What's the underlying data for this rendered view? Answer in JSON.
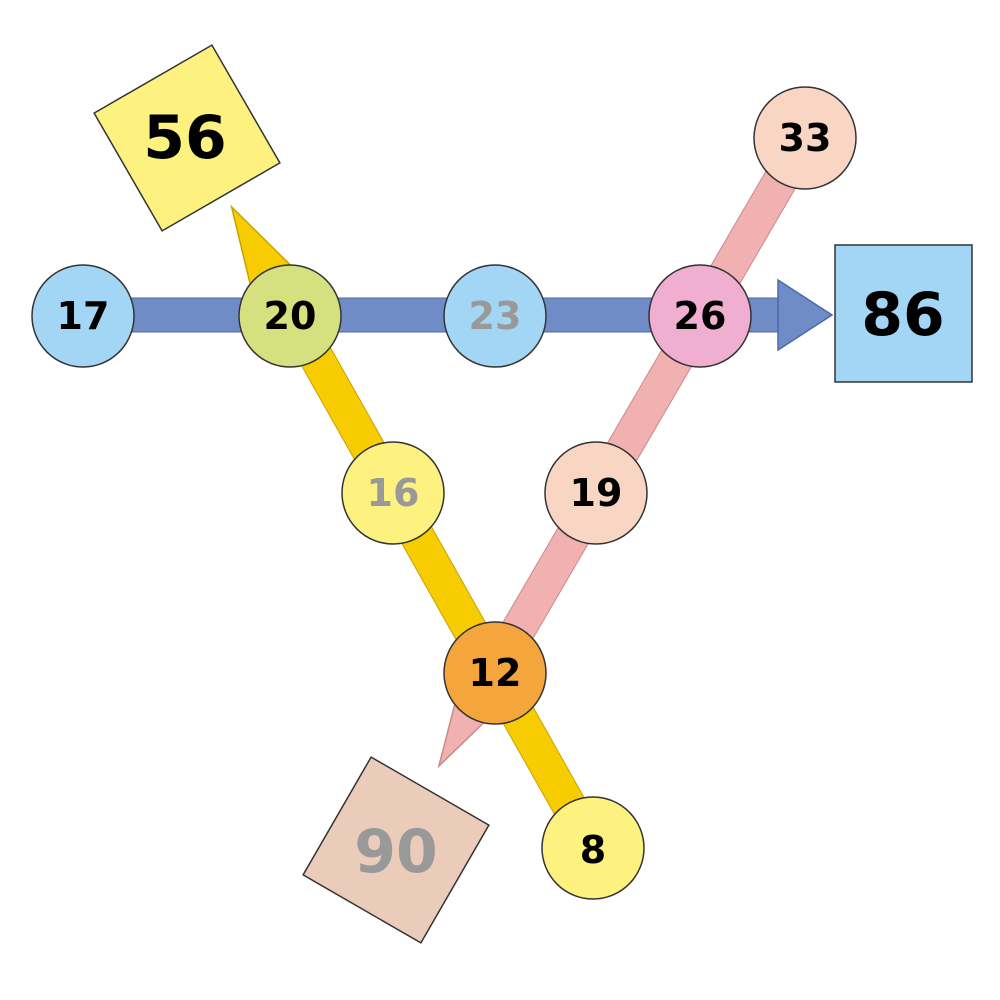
{
  "colors": {
    "blue_line": "#6f8cc7",
    "yellow_line": "#f7cc00",
    "pink_line": "#f2b1b1",
    "stroke": "#333333",
    "text_dark": "#000000",
    "text_gray": "#999999"
  },
  "lines": [
    {
      "name": "blue",
      "color": "#6f8cc7",
      "sequence": [
        "17",
        "20",
        "23",
        "26",
        "86"
      ]
    },
    {
      "name": "yellow",
      "color": "#f7cc00",
      "sequence": [
        "8",
        "12",
        "16",
        "20",
        "56"
      ]
    },
    {
      "name": "pink",
      "color": "#f2b1b1",
      "sequence": [
        "33",
        "26",
        "19",
        "12",
        "90"
      ]
    }
  ],
  "nodes": {
    "n17": {
      "label": "17",
      "fill": "#a3d6f4",
      "text_color": "#000000"
    },
    "n20": {
      "label": "20",
      "fill": "#d5e07e",
      "text_color": "#000000"
    },
    "n23": {
      "label": "23",
      "fill": "#a3d6f4",
      "text_color": "#999999"
    },
    "n26": {
      "label": "26",
      "fill": "#f0aed1",
      "text_color": "#000000"
    },
    "n33": {
      "label": "33",
      "fill": "#f9d6c4",
      "text_color": "#000000"
    },
    "n19": {
      "label": "19",
      "fill": "#f9d6c4",
      "text_color": "#000000"
    },
    "n16": {
      "label": "16",
      "fill": "#fdf27f",
      "text_color": "#999999"
    },
    "n12": {
      "label": "12",
      "fill": "#f4a63c",
      "text_color": "#000000"
    },
    "n8": {
      "label": "8",
      "fill": "#fdf27f",
      "text_color": "#000000"
    }
  },
  "boxes": {
    "b56": {
      "label": "56",
      "fill": "#fdf27f",
      "text_color": "#000000"
    },
    "b86": {
      "label": "86",
      "fill": "#a3d6f4",
      "text_color": "#000000"
    },
    "b90": {
      "label": "90",
      "fill": "#ebcbb9",
      "text_color": "#999999"
    }
  }
}
